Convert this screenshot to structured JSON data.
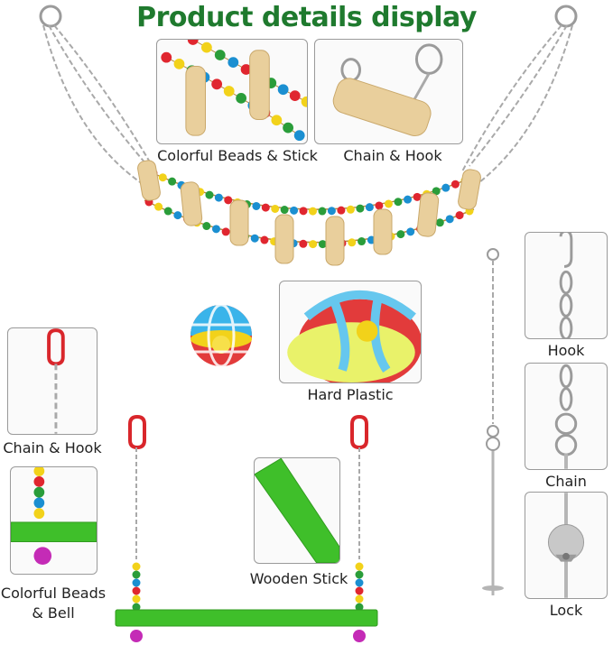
{
  "title": "Product details display",
  "labels": {
    "beads_stick": "Colorful Beads & Stick",
    "chain_hook_top": "Chain & Hook",
    "hard_plastic": "Hard Plastic",
    "chain_hook_left": "Chain & Hook",
    "beads_bell_1": "Colorful Beads",
    "beads_bell_2": "& Bell",
    "wooden_stick": "Wooden Stick",
    "hook": "Hook",
    "chain": "Chain",
    "lock": "Lock"
  },
  "colors": {
    "title": "#1f7a2e",
    "wood": "#e9cf9c",
    "green_perch": "#3fbf2a",
    "bead_red": "#e0262f",
    "bead_yellow": "#f2d21a",
    "bead_green": "#2a9d3a",
    "bead_blue": "#1b8fd1",
    "carabiner": "#d9262b",
    "bell": "#c42bb6",
    "metal": "#a9a9a9"
  }
}
